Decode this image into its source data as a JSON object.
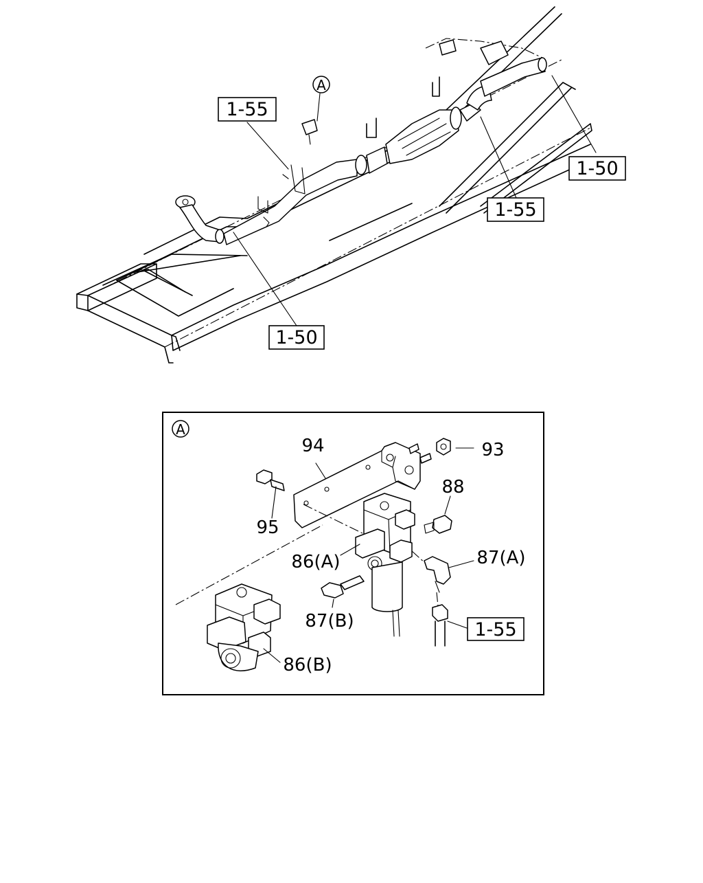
{
  "overview": {
    "refs": {
      "ref_upper_left": "1-55",
      "ref_upper_right": "1-50",
      "ref_mid_right": "1-55",
      "ref_lower_left": "1-50"
    },
    "detail_marker": "A"
  },
  "detail": {
    "marker": "A",
    "callouts": {
      "c94": "94",
      "c93": "93",
      "c88": "88",
      "c95": "95",
      "c86a": "86(A)",
      "c87a": "87(A)",
      "c87b": "87(B)",
      "c86b": "86(B)",
      "ref_1_55": "1-55"
    }
  }
}
